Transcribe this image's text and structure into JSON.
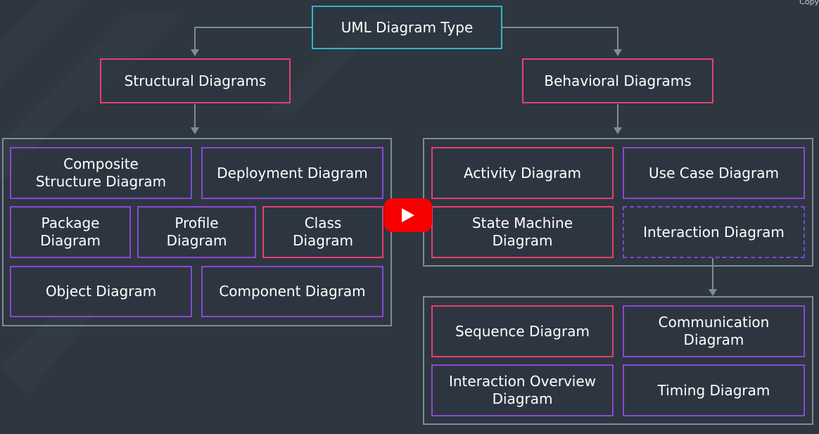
{
  "root": {
    "label": "UML Diagram Type"
  },
  "structural": {
    "label": "Structural Diagrams",
    "items": [
      "Composite\nStructure Diagram",
      "Deployment Diagram",
      "Package\nDiagram",
      "Profile\nDiagram",
      "Class\nDiagram",
      "Object Diagram",
      "Component Diagram"
    ]
  },
  "behavioral": {
    "label": "Behavioral Diagrams",
    "items": [
      "Activity Diagram",
      "Use Case Diagram",
      "State Machine\nDiagram",
      "Interaction Diagram"
    ]
  },
  "interaction": {
    "items": [
      "Sequence Diagram",
      "Communication\nDiagram",
      "Interaction Overview\nDiagram",
      "Timing Diagram"
    ]
  },
  "corner_text": "Copy",
  "icons": {
    "play": "play-icon"
  },
  "colors": {
    "background": "#2e3640",
    "teal": "#2ab8cc",
    "pink": "#e5406f",
    "purple": "#8a48d6",
    "connector": "#7d8c96",
    "play_button": "#f70000"
  }
}
